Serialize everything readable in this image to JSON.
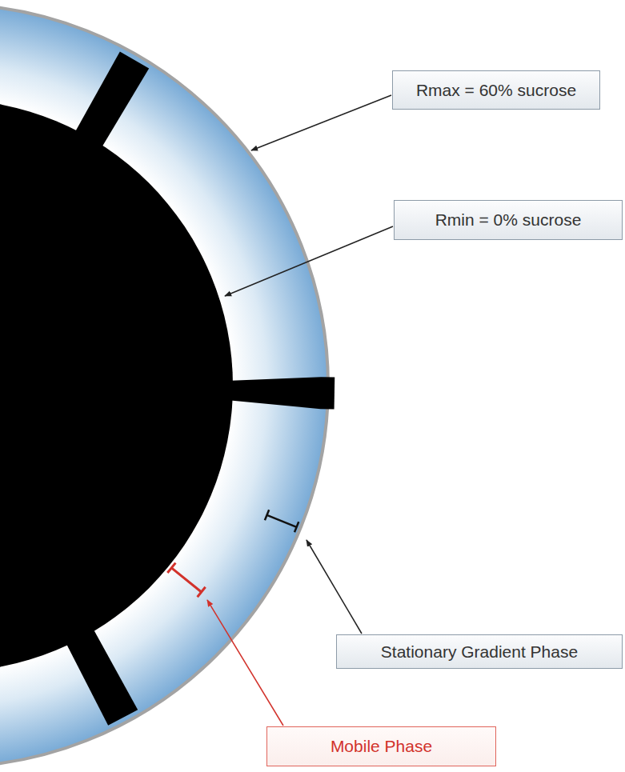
{
  "diagram": {
    "nodes": [
      {
        "text": [
          "Rmax = 60% sucrose"
        ]
      },
      {
        "text": [
          "Rmin = 0% sucrose"
        ]
      },
      {
        "text": [
          "Stationary Gradient Phase"
        ]
      },
      {
        "text": [
          "Mobile Phase"
        ]
      }
    ]
  }
}
